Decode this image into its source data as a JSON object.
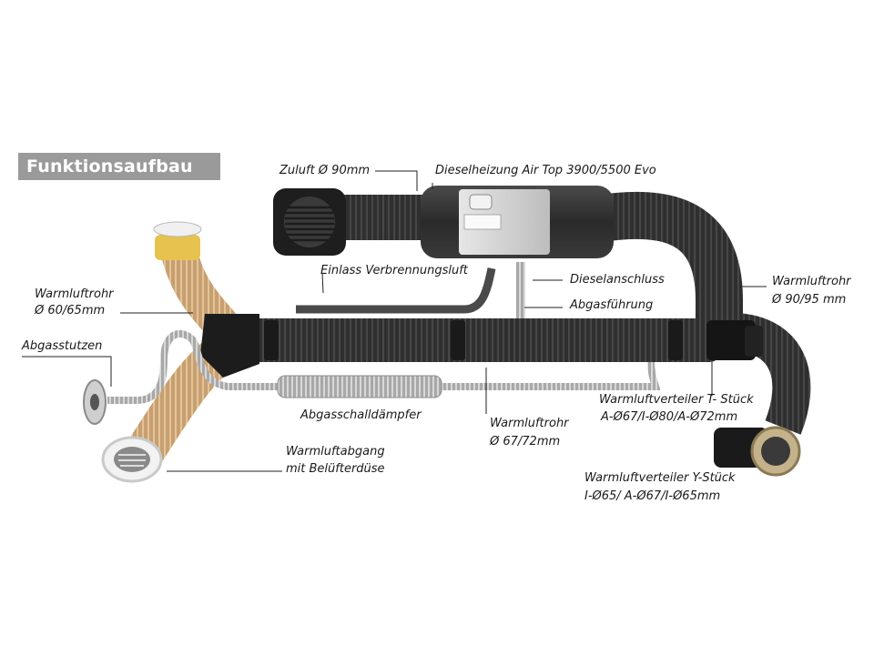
{
  "title": "Funktionsaufbau",
  "labels": {
    "zuluft": "Zuluft Ø 90mm",
    "heater": "Dieselheizung Air Top 3900/5500 Evo",
    "einlass": "Einlass Verbrennungsluft",
    "dieselanschluss": "Dieselanschluss",
    "abgasfuehrung": "Abgasführung",
    "warmluftrohr_left_1": "Warmluftrohr",
    "warmluftrohr_left_2": "Ø 60/65mm",
    "warmluftrohr_right_1": "Warmluftrohr",
    "warmluftrohr_right_2": "Ø 90/95 mm",
    "abgasstutzen": "Abgasstutzen",
    "abgasschalldaempfer": "Abgasschalldämpfer",
    "warmluftrohr_mid_1": "Warmluftrohr",
    "warmluftrohr_mid_2": "Ø 67/72mm",
    "t_stueck_1": "Warmluftverteiler T- Stück",
    "t_stueck_2": "A-Ø67/I-Ø80/A-Ø72mm",
    "warmluftabgang_1": "Warmluftabgang",
    "warmluftabgang_2": "mit Belüfterdüse",
    "y_stueck_1": "Warmluftverteiler Y-Stück",
    "y_stueck_2": "I-Ø65/ A-Ø67/I-Ø65mm"
  },
  "colors": {
    "title_bg": "#9a9a9a",
    "hose_dark": "#2e2e2e",
    "hose_tan": "#c9a77a",
    "heater_body": "#d8d8d8",
    "metal": "#b5b5b5"
  }
}
